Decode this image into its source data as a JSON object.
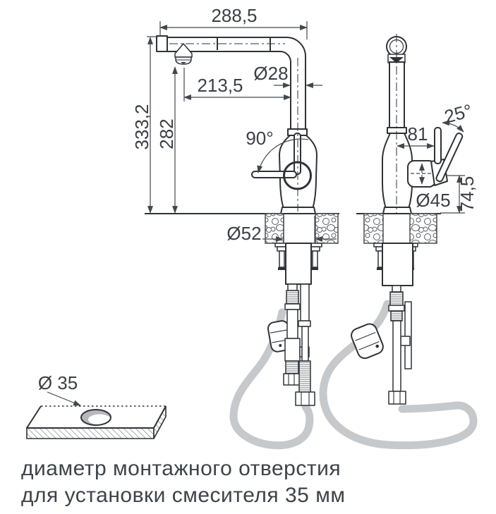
{
  "dimensions": {
    "spout_reach": "288,5",
    "spout_to_axis": "213,5",
    "tube_diameter": "Ø28",
    "total_height": "333,2",
    "spout_height": "282",
    "swivel_angle": "90°",
    "base_diameter": "Ø52",
    "lever_offset": "81",
    "lever_angle": "25°",
    "body_diameter": "Ø45",
    "body_height": "74,5",
    "hole_diameter": "Ø 35"
  },
  "caption": {
    "line1": "диаметр монтажного отверстия",
    "line2": "для установки смесителя 35 мм"
  },
  "colors": {
    "line": "#2f3237",
    "dimension": "#43474b",
    "text": "#3b4046",
    "hose": "#c6c9cb",
    "hole_shade": "#b5b9bd"
  }
}
